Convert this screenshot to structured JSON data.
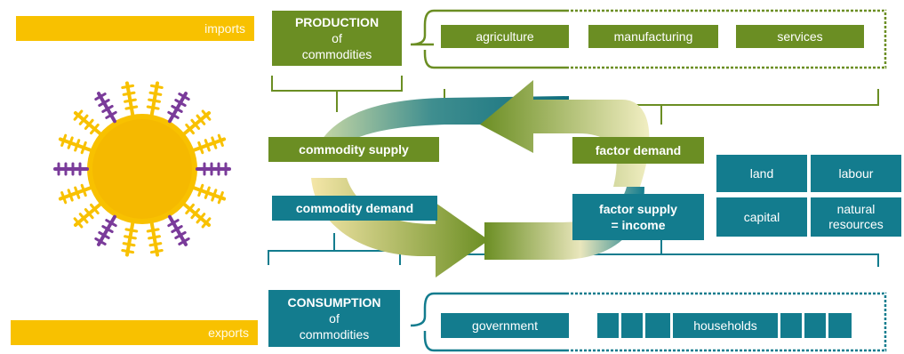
{
  "colors": {
    "green": "#6b8e23",
    "teal": "#137c8e",
    "gold": "#f8c100"
  },
  "side_labels": {
    "imports": "imports",
    "exports": "exports"
  },
  "production": {
    "line1": "PRODUCTION",
    "line2": "of",
    "line3": "commodities"
  },
  "consumption": {
    "line1": "CONSUMPTION",
    "line2": "of",
    "line3": "commodities"
  },
  "sectors": [
    "agriculture",
    "manufacturing",
    "services"
  ],
  "flows": {
    "commodity_supply": "commodity  supply",
    "commodity_demand": "commodity  demand",
    "factor_demand": "factor demand",
    "factor_supply_line1": "factor supply",
    "factor_supply_line2": "= income"
  },
  "factors": {
    "land": "land",
    "labour": "labour",
    "capital": "capital",
    "natural_line1": "natural",
    "natural_line2": "resources"
  },
  "institutions": {
    "government": "government",
    "households": "households"
  },
  "icons": {
    "economy_hub": "sun-wheat-icon"
  }
}
